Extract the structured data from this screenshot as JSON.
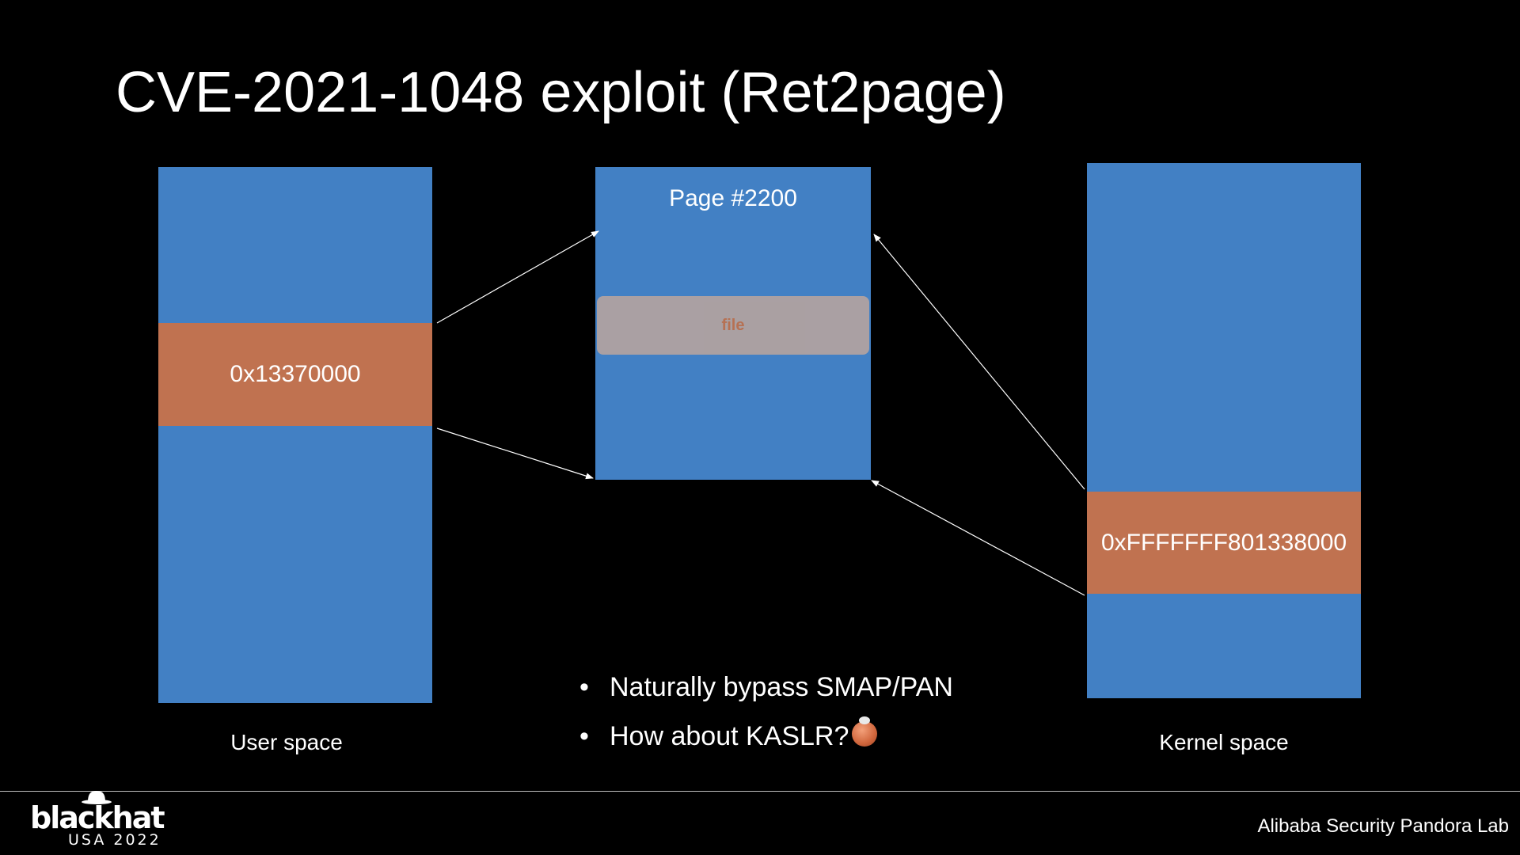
{
  "title": "CVE-2021-1048 exploit (Ret2page)",
  "colors": {
    "background": "#000000",
    "block_blue": "#4280c4",
    "region_orange": "#c07250",
    "file_overlay": "#b3a3a0",
    "arrow": "#ffffff"
  },
  "user_space": {
    "caption": "User space",
    "address": "0x13370000"
  },
  "page": {
    "label": "Page #2200",
    "file_label": "file"
  },
  "kernel_space": {
    "caption": "Kernel space",
    "address": "0xFFFFFFF801338000"
  },
  "bullets": [
    "Naturally bypass SMAP/PAN",
    "How about KASLR?"
  ],
  "footer": {
    "logo_word": "blackhat",
    "logo_sub": "USA 2022",
    "lab": "Alibaba Security Pandora Lab"
  }
}
